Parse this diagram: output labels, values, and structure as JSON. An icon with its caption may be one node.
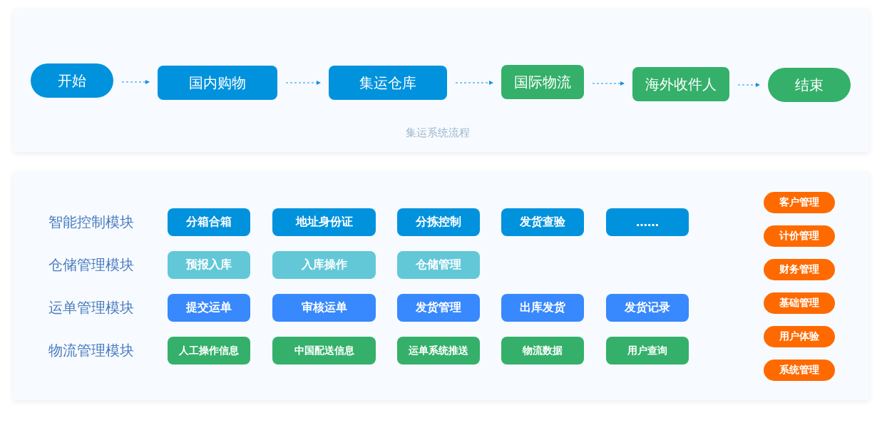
{
  "diagram": {
    "nodes": [
      {
        "text": [
          "开始"
        ]
      },
      {
        "text": [
          "国内购物"
        ]
      },
      {
        "text": [
          "集运仓库"
        ]
      },
      {
        "text": [
          "国际物流"
        ]
      },
      {
        "text": [
          "海外收件人"
        ]
      },
      {
        "text": [
          "结束"
        ]
      },
      {
        "text": [
          "分箱合箱"
        ]
      },
      {
        "text": [
          "地址身份证"
        ]
      },
      {
        "text": [
          "分拣控制"
        ]
      },
      {
        "text": [
          "发货查验"
        ]
      },
      {
        "text": [
          "……"
        ]
      },
      {
        "text": [
          "预报入库"
        ]
      },
      {
        "text": [
          "入库操作"
        ]
      },
      {
        "text": [
          "仓储管理"
        ]
      },
      {
        "text": [
          "提交运单"
        ]
      },
      {
        "text": [
          "审核运单"
        ]
      },
      {
        "text": [
          "发货管理"
        ]
      },
      {
        "text": [
          "出库发货"
        ]
      },
      {
        "text": [
          "发货记录"
        ]
      },
      {
        "text": [
          "人工操作信息"
        ]
      },
      {
        "text": [
          "中国配送信息"
        ]
      },
      {
        "text": [
          "运单系统推送"
        ]
      },
      {
        "text": [
          "物流数据"
        ]
      },
      {
        "text": [
          "用户查询"
        ]
      },
      {
        "text": [
          "客户管理"
        ]
      },
      {
        "text": [
          "计价管理"
        ]
      },
      {
        "text": [
          "财务管理"
        ]
      },
      {
        "text": [
          "基础管理"
        ]
      },
      {
        "text": [
          "用户体验"
        ]
      },
      {
        "text": [
          "系统管理"
        ]
      }
    ],
    "edges": [
      {
        "from": 0,
        "to": 1,
        "arrow": "to",
        "style": "dashed"
      },
      {
        "from": 1,
        "to": 2,
        "arrow": "to",
        "style": "dashed"
      },
      {
        "from": 2,
        "to": 3,
        "arrow": "to",
        "style": "dashed"
      },
      {
        "from": 3,
        "to": 4,
        "arrow": "to",
        "style": "dashed"
      },
      {
        "from": 4,
        "to": 5,
        "arrow": "to",
        "style": "dashed"
      }
    ],
    "labels": [
      "集运系统流程",
      "智能控制模块",
      "仓储管理模块",
      "运单管理模块",
      "物流管理模块"
    ]
  }
}
